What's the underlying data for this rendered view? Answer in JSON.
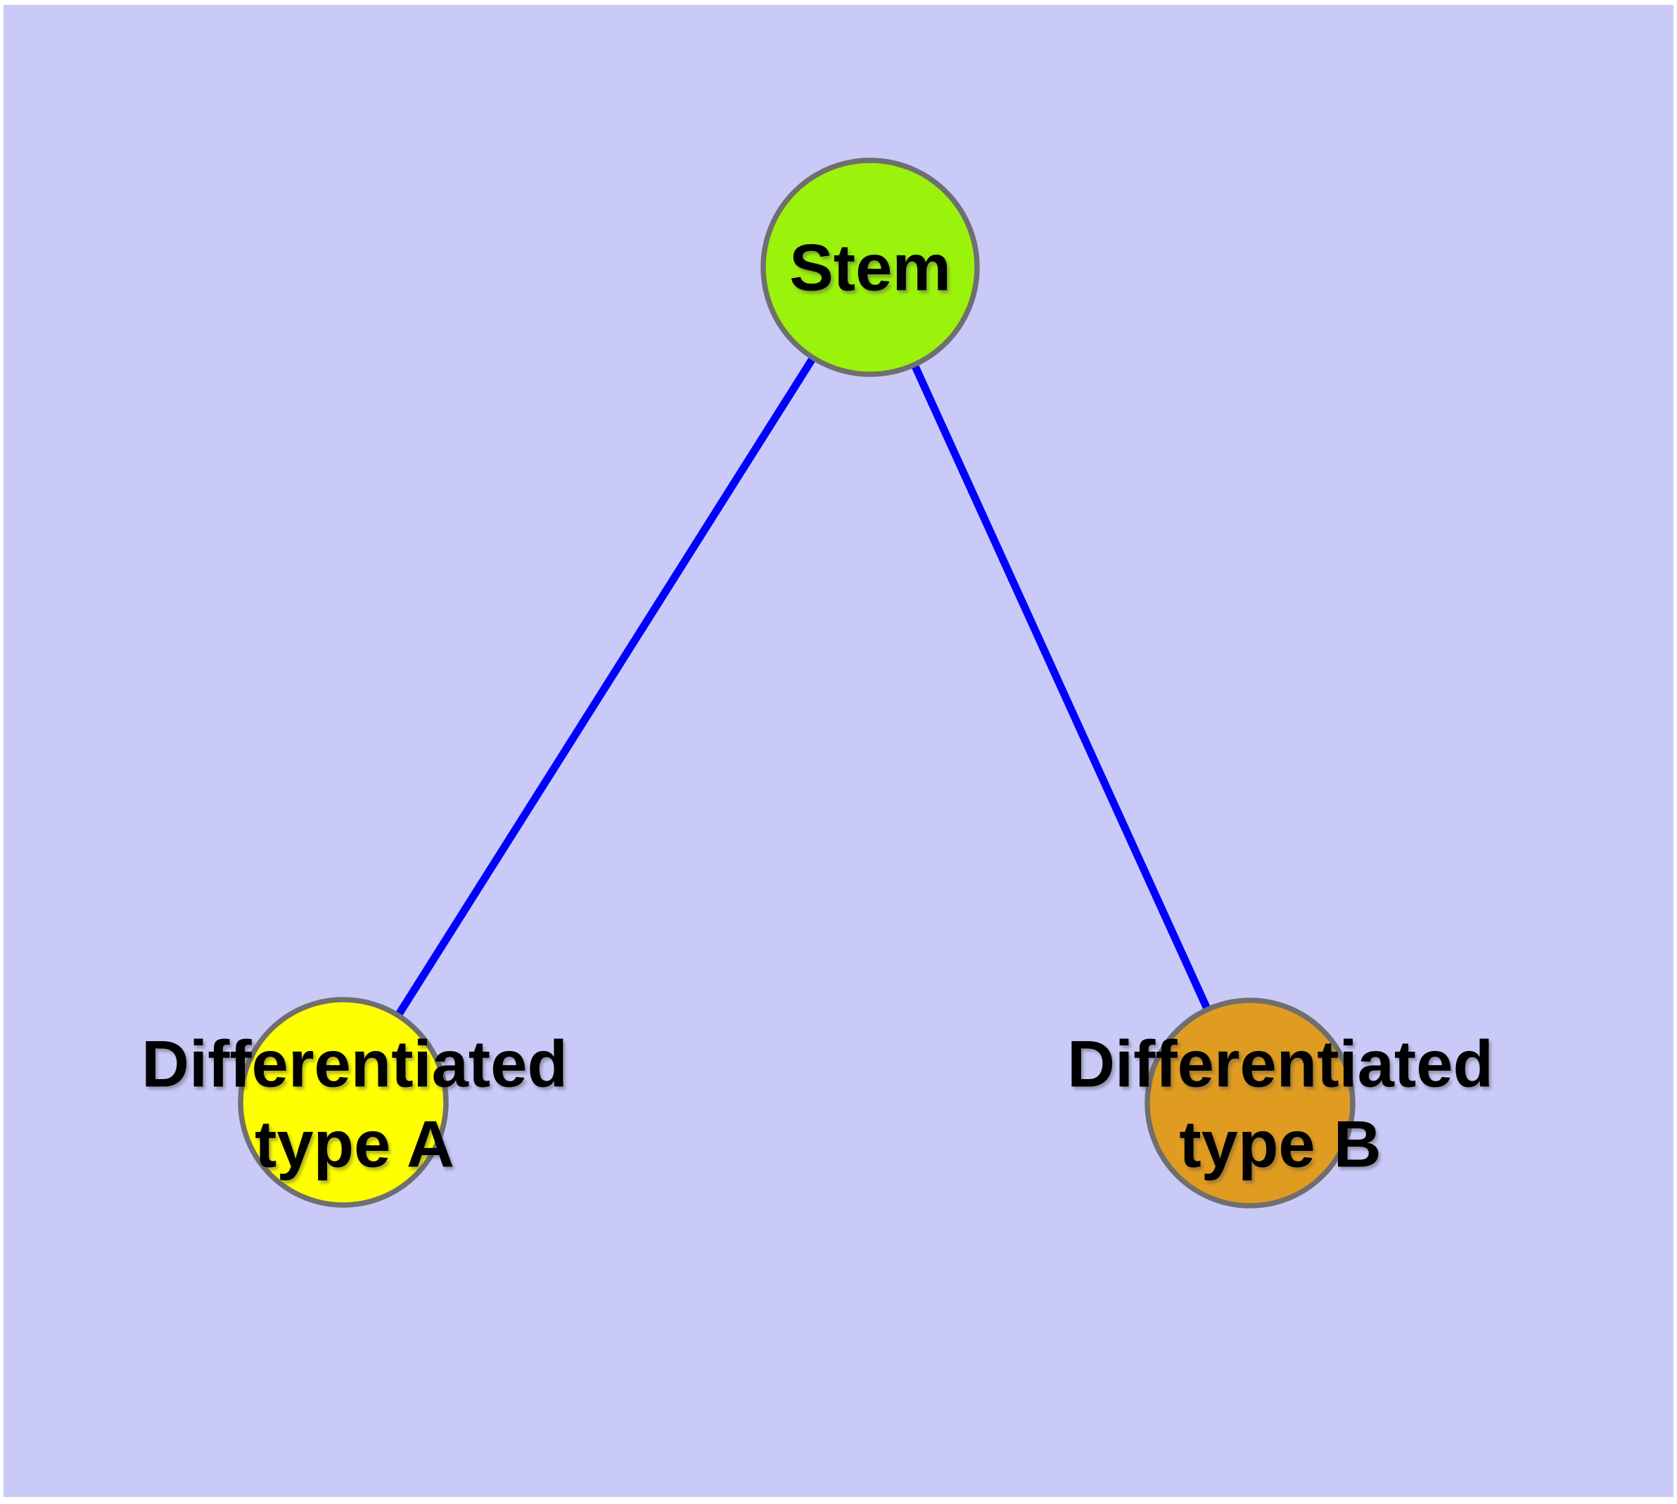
{
  "diagram": {
    "background_color": "#cacaf8",
    "page_margin_color": "#ffffff",
    "edge_color": "#0000ff",
    "node_border_color": "#6f6f6f",
    "label_text_color": "#000000",
    "nodes": {
      "stem": {
        "label": "Stem",
        "fill": "#9bf30b"
      },
      "type_a": {
        "label_line1": "Differentiated",
        "label_line2": "type A",
        "fill": "#ffff00"
      },
      "type_b": {
        "label_line1": "Differentiated",
        "label_line2": "type B",
        "fill": "#e09c20"
      }
    },
    "edges": [
      {
        "from": "stem",
        "to": "type_a"
      },
      {
        "from": "stem",
        "to": "type_b"
      }
    ]
  }
}
